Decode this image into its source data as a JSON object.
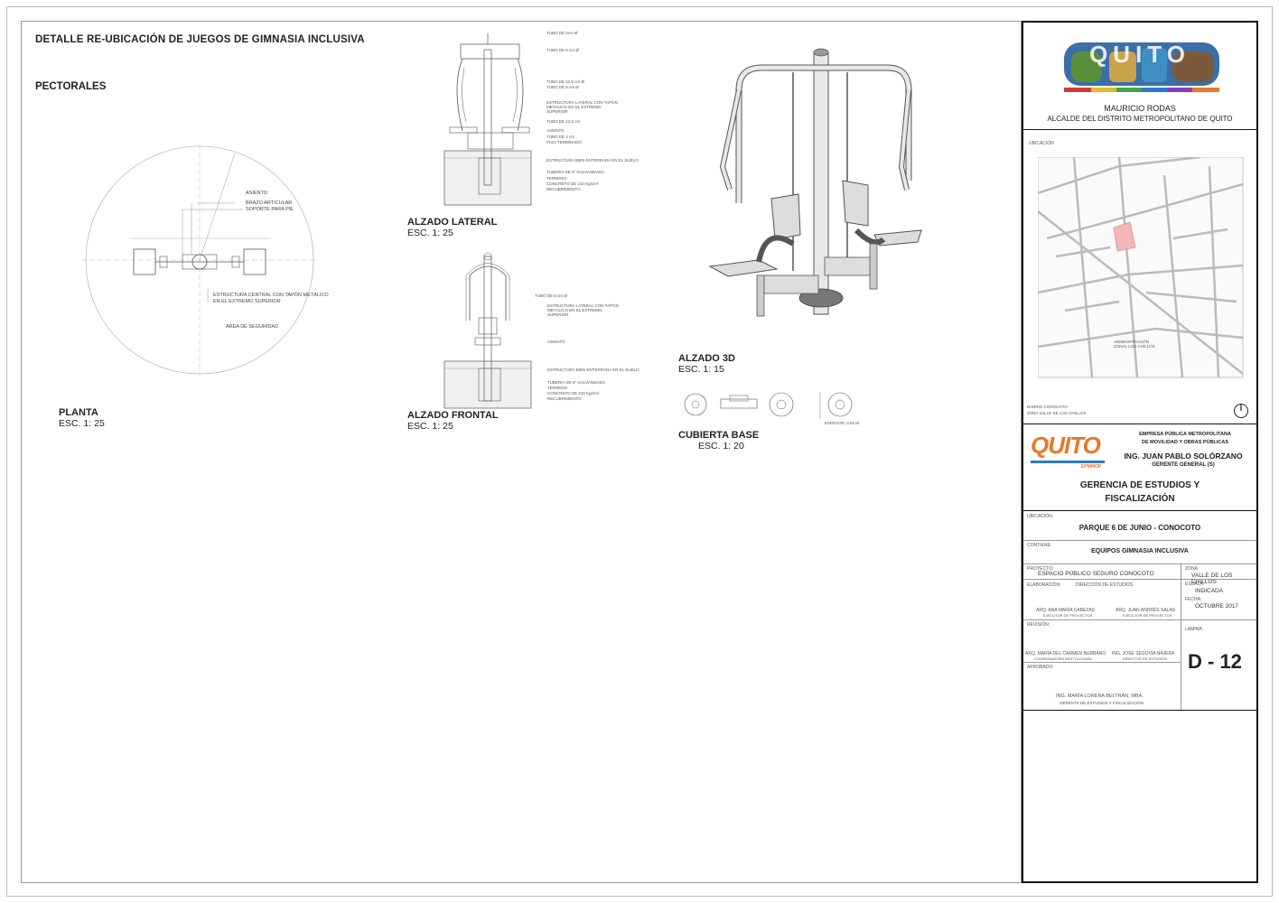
{
  "header": {
    "title": "DETALLE RE-UBICACIÓN DE JUEGOS DE GIMNASIA INCLUSIVA",
    "subtitle": "PECTORALES"
  },
  "views": {
    "planta": {
      "label": "PLANTA",
      "scale": "ESC.  1: 25",
      "notes": [
        "ASIENTO",
        "BRAZO ARTICULAR",
        "SOPORTE PARA PIE",
        "ESTRUCTURA CENTRAL CON TAPÓN METÁLICO",
        "EN EL EXTREMO SUPERIOR",
        "ÁREA DE SEGURIDAD"
      ]
    },
    "lateral": {
      "label": "ALZADO LATERAL",
      "scale": "ESC.  1: 25",
      "notes": [
        "TUBO DE 4cm Ø",
        "TUBO DE 6 cm Ø",
        "TUBO DE 12,5 cm Ø",
        "TUBO DE 6 cm Ø",
        "ESTRUCTURA LATERAL CON TAPÓN METÁLICO EN EL EXTREMO SUPERIOR",
        "TUBO DE 12,5 cm",
        "ASIENTO",
        "TUBO DE 4 cm",
        "PISO TERMINADO",
        "ESTRUCTURA BIEN ENTERRADA EN EL SUELO",
        "TUBERÍA DE 6\" GALVANIZADA",
        "TERRENO",
        "CONCRETO DE 210 Kg/cm²",
        "RECUBRIMIENTO"
      ]
    },
    "frontal": {
      "label": "ALZADO FRONTAL",
      "scale": "ESC.  1: 25",
      "notes": [
        "TUBO DE 6 cm Ø",
        "ESTRUCTURA LATERAL CON TAPÓN METÁLICO EN EL EXTREMO SUPERIOR",
        "ASIENTO",
        "ESTRUCTURA BIEN ENTERRADA EN EL SUELO",
        "TUBERÍA DE 6\" GALVANIZADA",
        "TERRENO",
        "CONCRETO DE 210 Kg/cm²",
        "RECUBRIMIENTO"
      ]
    },
    "alzado3d": {
      "label": "ALZADO 3D",
      "scale": "ESC.  1: 15"
    },
    "cubierta": {
      "label": "CUBIERTA BASE",
      "scale": "ESC.  1: 20",
      "note": "ESPESOR: 0,60 M"
    }
  },
  "titleblock": {
    "logo_text": "QUITO",
    "mayor_name": "MAURICIO RODAS",
    "mayor_title": "ALCALDE DEL DISTRITO METROPOLITANO DE QUITO",
    "location_label": "UBICACIÓN",
    "map_note": "ADMINISTRACIÓN ZONAL LOS CHILLOS",
    "barrio": "BARRIO CONOCOTO",
    "zona_line": "ZONA VALLE DE LOS CHILLOS",
    "company_logo": "QUITO",
    "company_logo_sub": "EPMMOP",
    "company_name_1": "EMPRESA PÚBLICA METROPOLITANA",
    "company_name_2": "DE MOVILIDAD Y OBRAS PÚBLICAS",
    "manager_name": "ING. JUAN PABLO SOLÓRZANO",
    "manager_title": "GERENTE GENERAL (S)",
    "department_1": "GERENCIA DE ESTUDIOS Y",
    "department_2": "FISCALIZACIÓN",
    "ubicacion_label": "UBICACIÓN:",
    "ubicacion": "PARQUE 6 DE JUNIO - CONOCOTO",
    "contiene_label": "CONTIENE:",
    "contiene": "EQUIPOS GIMNASIA INCLUSIVA",
    "proyecto_label": "PROYECTO:",
    "proyecto": "ESPACIO PÚBLICO SEGURO CONOCOTO",
    "zona_label": "ZONA:",
    "zona": "VALLE DE LOS CHILLOS",
    "elaboracion_label": "ELABORACIÓN:",
    "elaboracion": "DIRECCIÓN DE ESTUDIOS",
    "escala_label": "ESCALA:",
    "escala": "INDICADA",
    "fecha_label": "FECHA:",
    "fecha": "OCTUBRE  2017",
    "elab_person_1": "ARQ. ANA MARÍA CABEZAS",
    "elab_role_1": "EJECUTOR DE PROYECTOS",
    "elab_person_2": "ARQ. JUAN ANDRÉS SALAS",
    "elab_role_2": "EJECUTOR DE PROYECTOS",
    "revision_label": "REVISIÓN:",
    "rev_person_1": "ARQ. MARÍA DEL CARMEN BURBANO",
    "rev_role_1": "COORDINADORA INSTITUCIONAL",
    "rev_person_2": "ING. JOSÉ SEGOVIA NÁJERA",
    "rev_role_2": "DIRECTOR DE ESTUDIOS",
    "lamina_label": "LÁMINA:",
    "lamina": "D - 12",
    "aprobado_label": "APROBADO:",
    "approver": "ING. MARÍA LORENA BELTRÁN, MBA.",
    "approver_title": "GERENTE DE ESTUDIOS Y FISCALIZACIÓN"
  },
  "colors": {
    "line": "#555555",
    "accent": "#e8782a",
    "highlight": "#f4b6b6"
  }
}
